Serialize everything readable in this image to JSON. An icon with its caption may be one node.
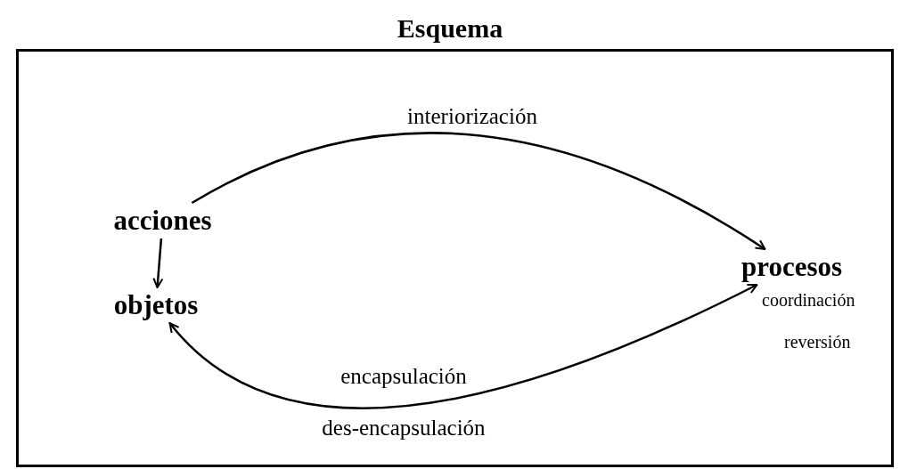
{
  "diagram": {
    "nodes": [
      {
        "text": [
          "Esquema"
        ]
      },
      {
        "text": [
          "acciones"
        ],
        "in": 0
      },
      {
        "text": [
          "objetos"
        ],
        "in": 0
      },
      {
        "text": [
          "procesos"
        ],
        "in": 0,
        "beside": [
          "coordinación",
          "reversión"
        ]
      }
    ],
    "edges": [
      {
        "from": 1,
        "to": 3,
        "arrow": "to",
        "label": "interiorización"
      },
      {
        "from": 1,
        "to": 2,
        "arrow": "to"
      },
      {
        "from": 3,
        "to": 2,
        "arrow": "both",
        "label": "encapsulación"
      }
    ],
    "labels": [
      "des-encapsulación"
    ]
  }
}
